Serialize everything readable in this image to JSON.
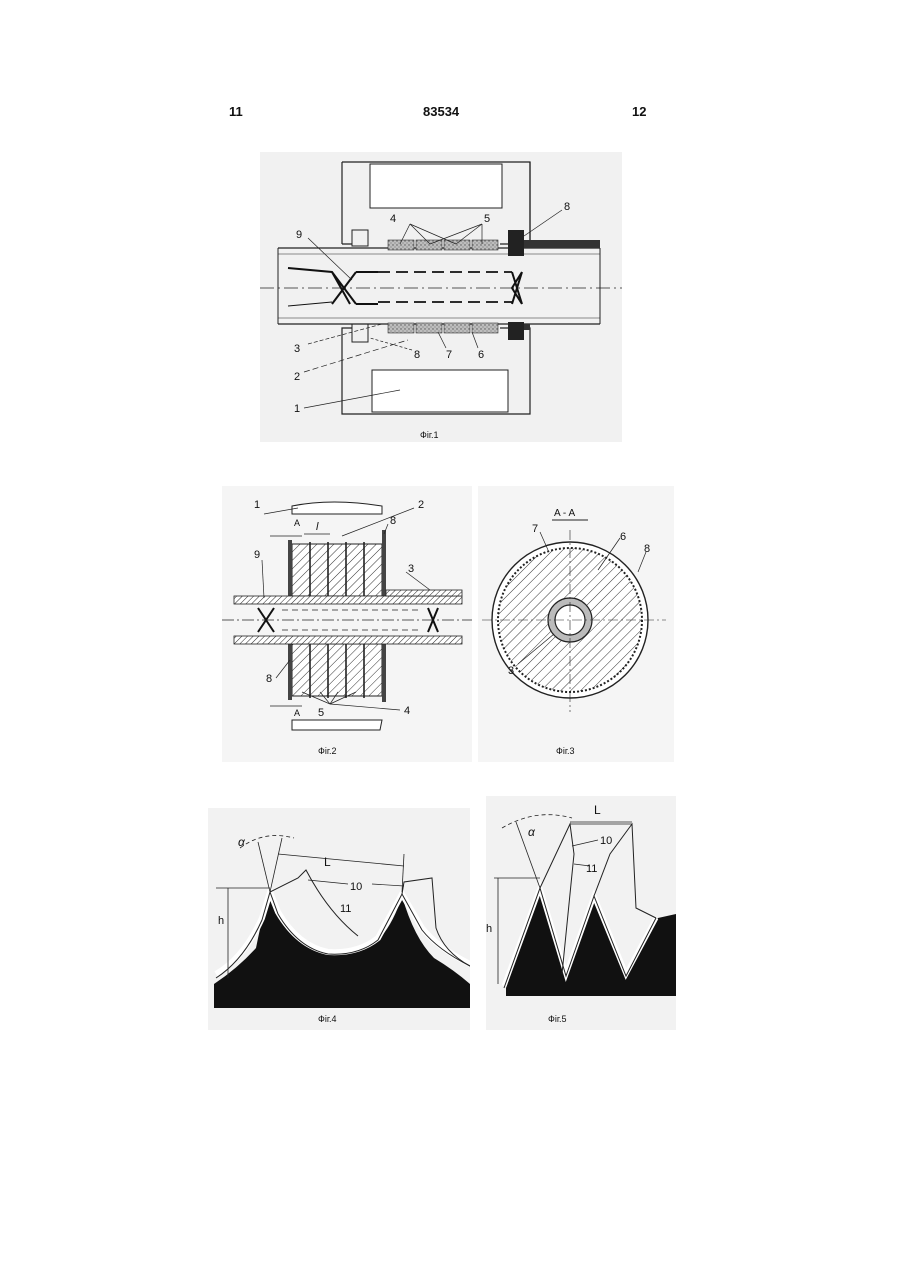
{
  "header": {
    "left_page": "11",
    "patent_number": "83534",
    "right_page": "12"
  },
  "figures": {
    "fig1": {
      "caption": "Фіг.1",
      "labels": {
        "n1": "1",
        "n2": "2",
        "n3": "3",
        "n4": "4",
        "n5": "5",
        "n6": "6",
        "n7": "7",
        "n8a": "8",
        "n8b": "8",
        "n9": "9"
      }
    },
    "fig2": {
      "caption": "Фіг.2",
      "labels": {
        "n1": "1",
        "n2": "2",
        "n3": "3",
        "n4": "4",
        "n5": "5",
        "n8a": "8",
        "n8b": "8",
        "n9": "9",
        "l": "l",
        "A_top": "A",
        "A_bottom": "A"
      }
    },
    "fig3": {
      "caption": "Фіг.3",
      "labels": {
        "section": "A - A",
        "n3": "3",
        "n6": "6",
        "n7": "7",
        "n8": "8"
      }
    },
    "fig4": {
      "caption": "Фіг.4",
      "labels": {
        "alpha": "α",
        "L": "L",
        "h": "h",
        "n10": "10",
        "n11": "11"
      }
    },
    "fig5": {
      "caption": "Фіг.5",
      "labels": {
        "alpha": "α",
        "L": "L",
        "h": "h",
        "n10": "10",
        "n11": "11"
      }
    }
  }
}
